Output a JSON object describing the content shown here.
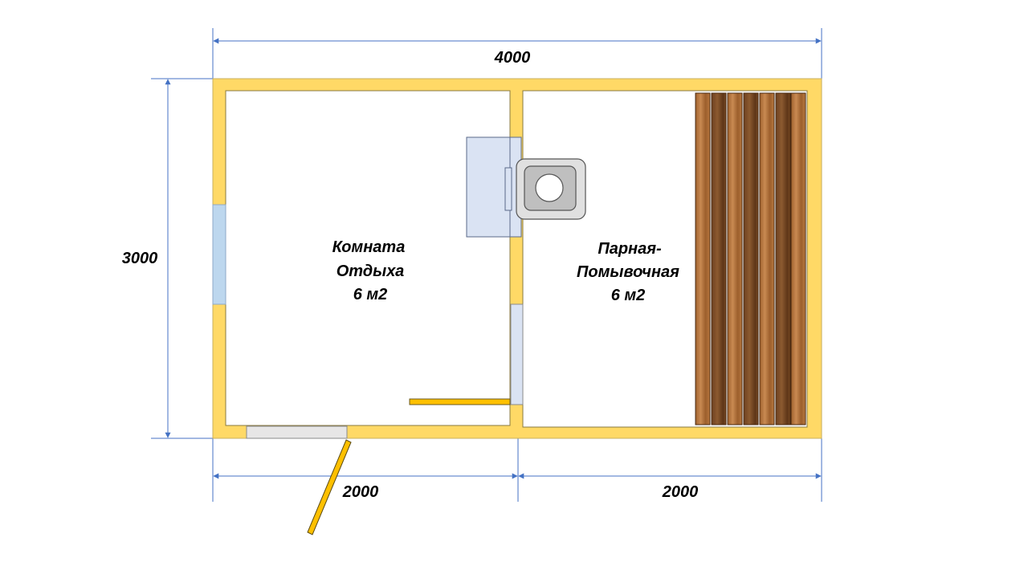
{
  "dimensions": {
    "top": "4000",
    "left": "3000",
    "bottom_left": "2000",
    "bottom_right": "2000"
  },
  "rooms": {
    "rest": {
      "line1": "Комната",
      "line2": "Отдыха",
      "line3": "6 м2"
    },
    "steam": {
      "line1": "Парная-",
      "line2": "Помывочная",
      "line3": "6 м2"
    }
  },
  "colors": {
    "wall": "#ffd966",
    "wall_stroke": "#8a7a40",
    "dimension_line": "#4472c4",
    "window": "#bdd7ee",
    "stove_body": "#dae3f3",
    "stove_metal": "#bfbfbf",
    "bench_light": "#b5713c",
    "bench_dark": "#7a4a24"
  }
}
